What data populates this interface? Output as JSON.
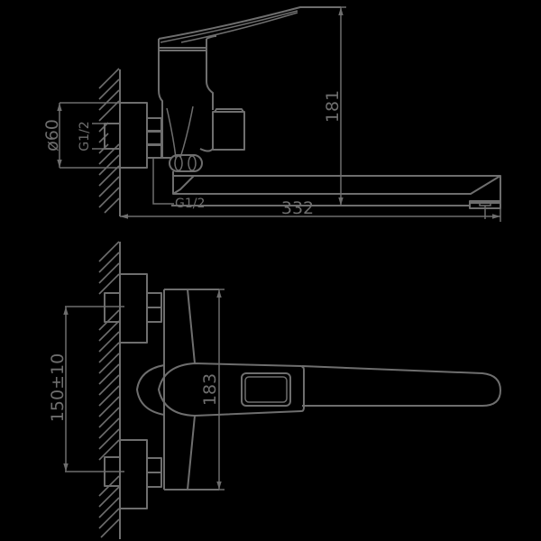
{
  "drawing": {
    "title": "Wall-mounted bath mixer technical drawing",
    "background": "#000000",
    "line_color": "#6e6e6e",
    "side_view": {
      "dimensions": {
        "height": "181",
        "spout_length": "332",
        "flange_diameter": "ø60",
        "inlet_thread_wall": "G1/2",
        "outlet_thread": "G1/2"
      }
    },
    "front_view": {
      "dimensions": {
        "body_height": "183",
        "inlet_center_distance": "150±10"
      }
    }
  }
}
